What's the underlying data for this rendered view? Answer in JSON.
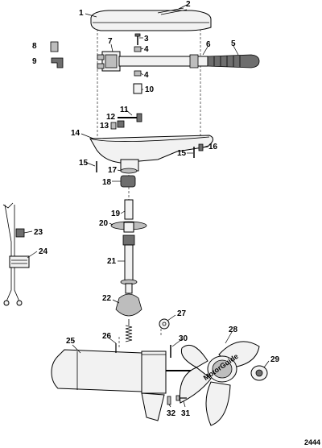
{
  "diagram": {
    "drawing_code": "2444",
    "callouts": [
      "1",
      "2",
      "3",
      "4",
      "4",
      "5",
      "6",
      "7",
      "8",
      "9",
      "10",
      "11",
      "12",
      "13",
      "14",
      "15",
      "15",
      "16",
      "17",
      "18",
      "19",
      "20",
      "21",
      "22",
      "23",
      "24",
      "25",
      "26",
      "27",
      "28",
      "29",
      "30",
      "31",
      "32"
    ],
    "propeller_hub_text": "MotorGuide"
  }
}
